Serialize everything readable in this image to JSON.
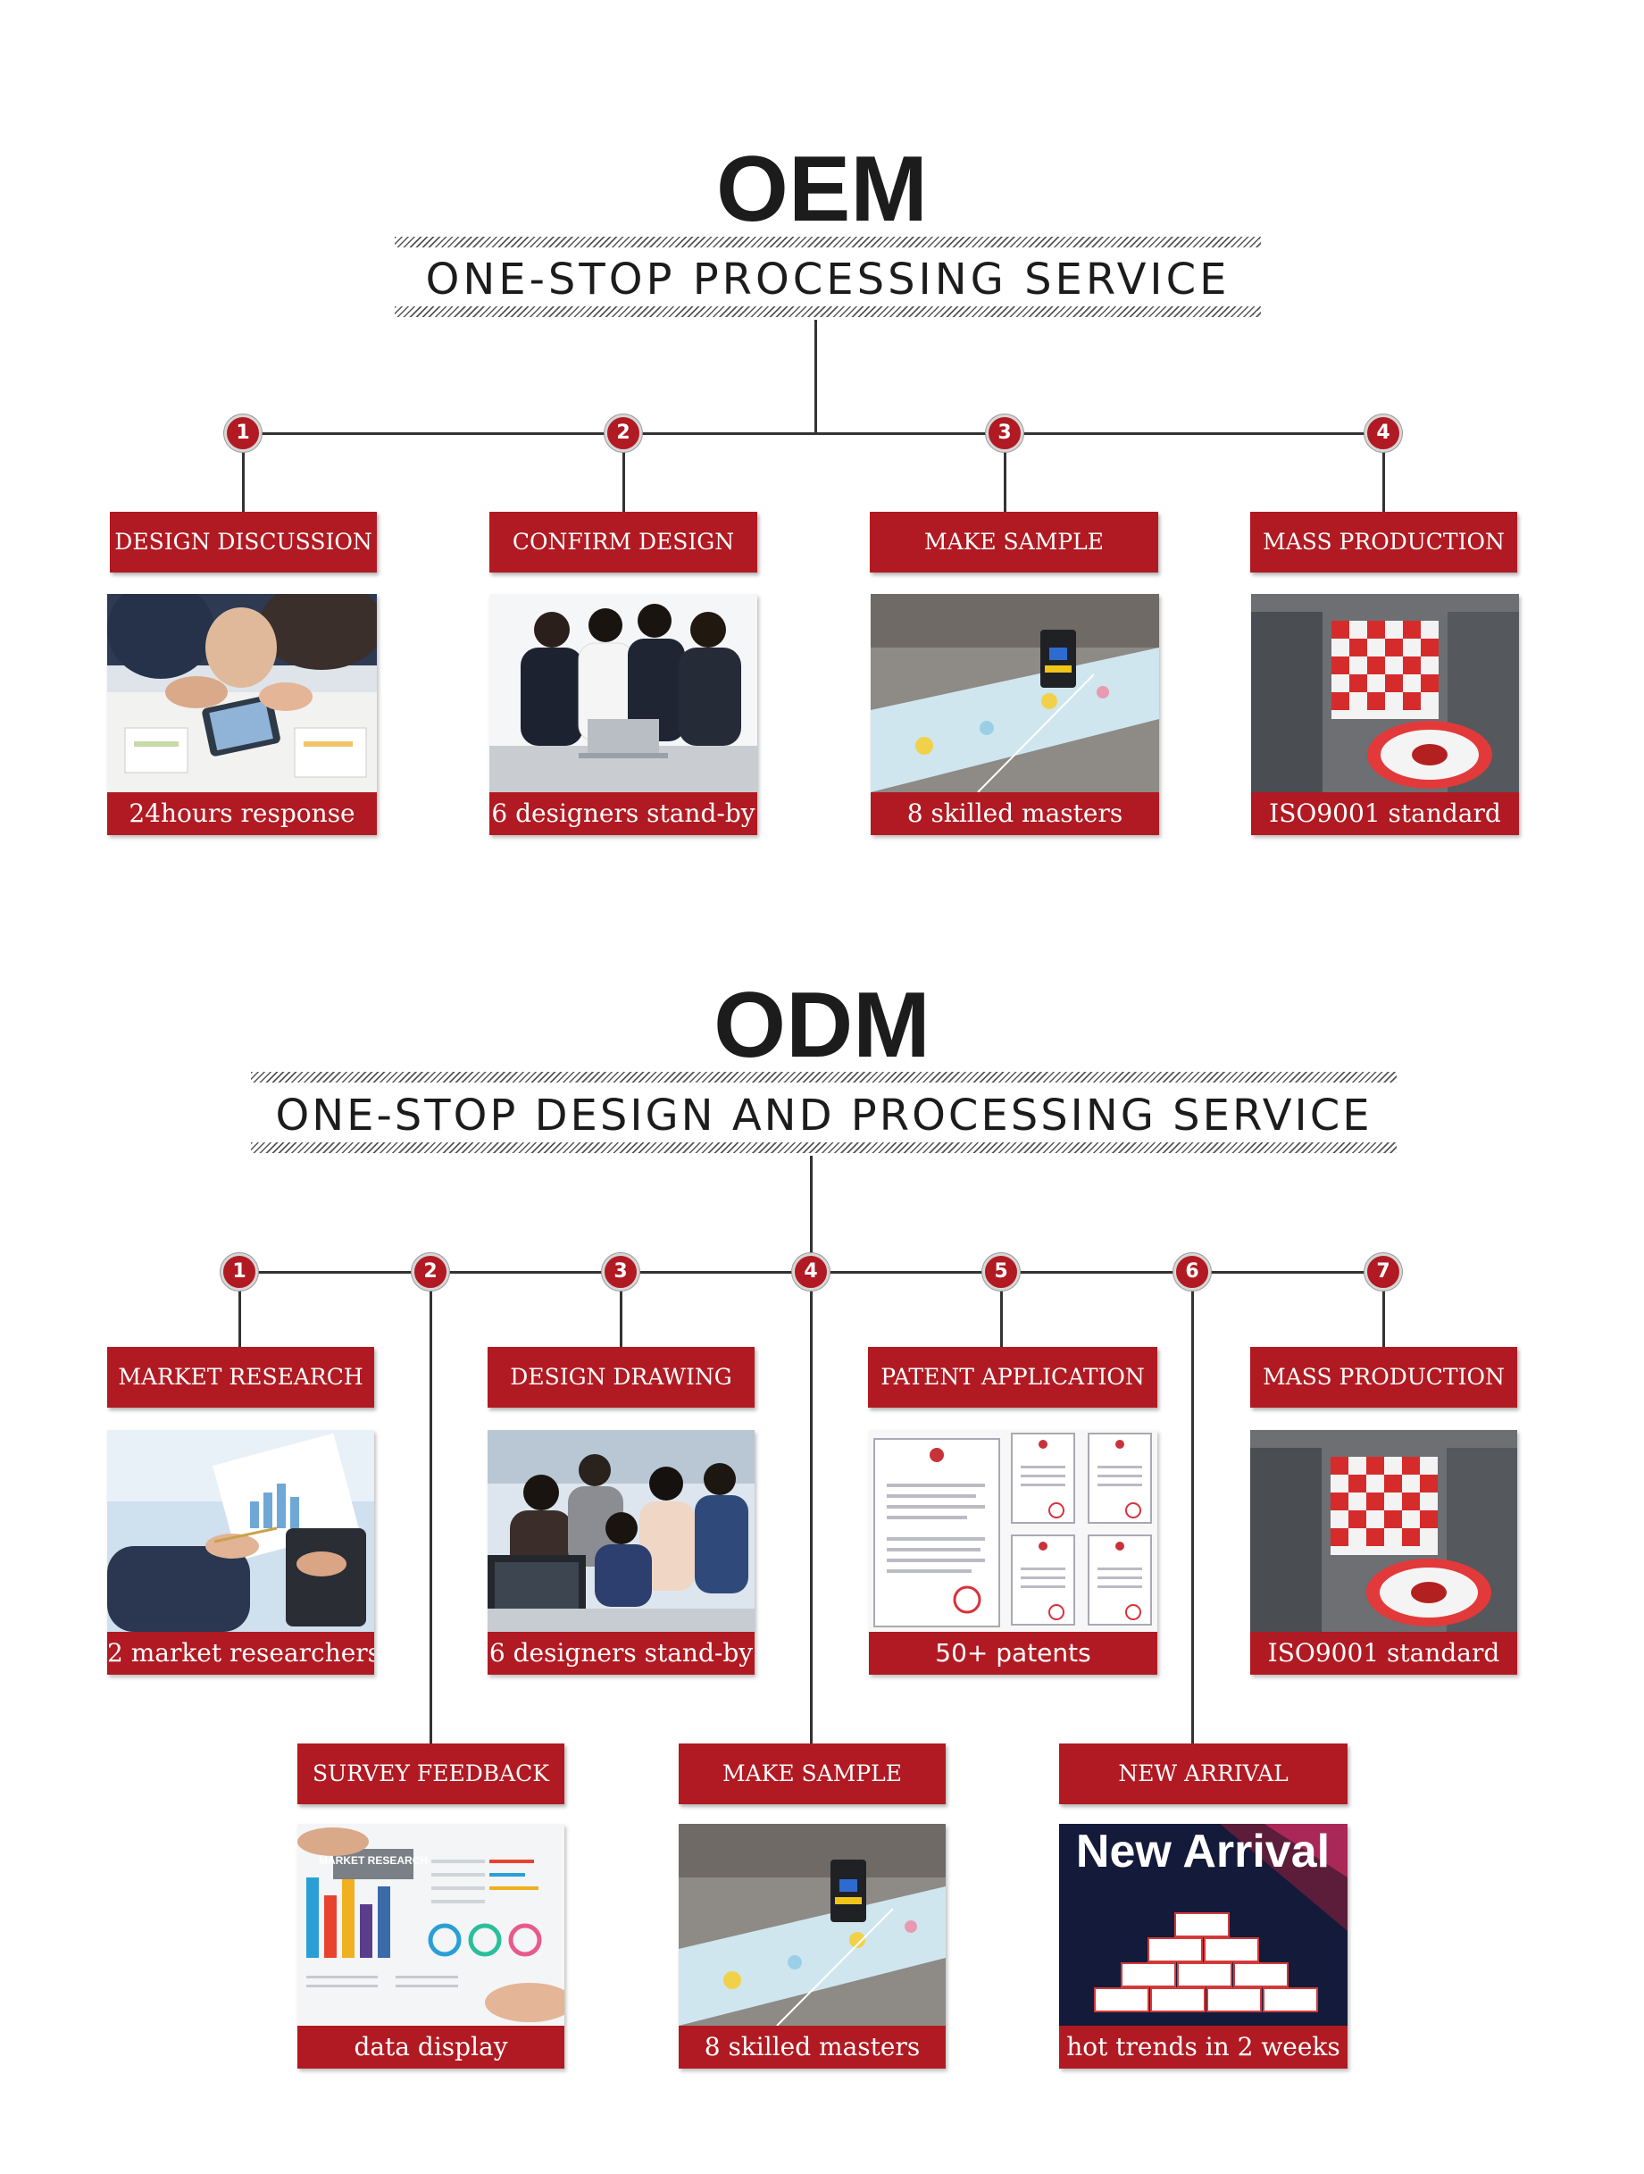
{
  "oem": {
    "title": "OEM",
    "subtitle": "ONE-STOP PROCESSING SERVICE",
    "steps": [
      {
        "num": "1",
        "label": "DESIGN DISCUSSION",
        "caption": "24hours response",
        "image": "business-meeting-tablet"
      },
      {
        "num": "2",
        "label": "CONFIRM DESIGN",
        "caption": "6 designers stand-by",
        "image": "team-at-laptop"
      },
      {
        "num": "3",
        "label": "MAKE SAMPLE",
        "caption": "8 skilled masters",
        "image": "sample-printing-machine"
      },
      {
        "num": "4",
        "label": "MASS PRODUCTION",
        "caption": "ISO9001 standard",
        "image": "printing-press-red-roll"
      }
    ]
  },
  "odm": {
    "title": "ODM",
    "subtitle": "ONE-STOP DESIGN AND PROCESSING SERVICE",
    "steps": [
      {
        "num": "1",
        "label": "MARKET RESEARCH",
        "caption": "2 market researchers",
        "image": "reports-and-tablet"
      },
      {
        "num": "2",
        "label": "SURVEY FEEDBACK",
        "caption": "data display",
        "image": "market-research-charts"
      },
      {
        "num": "3",
        "label": "DESIGN DRAWING",
        "caption": "6 designers stand-by",
        "image": "designers-at-computer"
      },
      {
        "num": "4",
        "label": "MAKE SAMPLE",
        "caption": "8 skilled masters",
        "image": "sample-printing-machine"
      },
      {
        "num": "5",
        "label": "PATENT APPLICATION",
        "caption": "50+ patents",
        "image": "patent-certificates"
      },
      {
        "num": "6",
        "label": "NEW ARRIVAL",
        "caption": "hot trends in 2 weeks",
        "image": "new-arrival-product-boxes"
      },
      {
        "num": "7",
        "label": "MASS PRODUCTION",
        "caption": "ISO9001 standard",
        "image": "printing-press-red-roll"
      }
    ],
    "image_texts": {
      "research_sign": "MARKET RESEARCH",
      "new_arrival": "New Arrival"
    }
  },
  "colors": {
    "accent_red": "#b11a22",
    "heading": "#1c1c1c",
    "connector": "#333333"
  }
}
